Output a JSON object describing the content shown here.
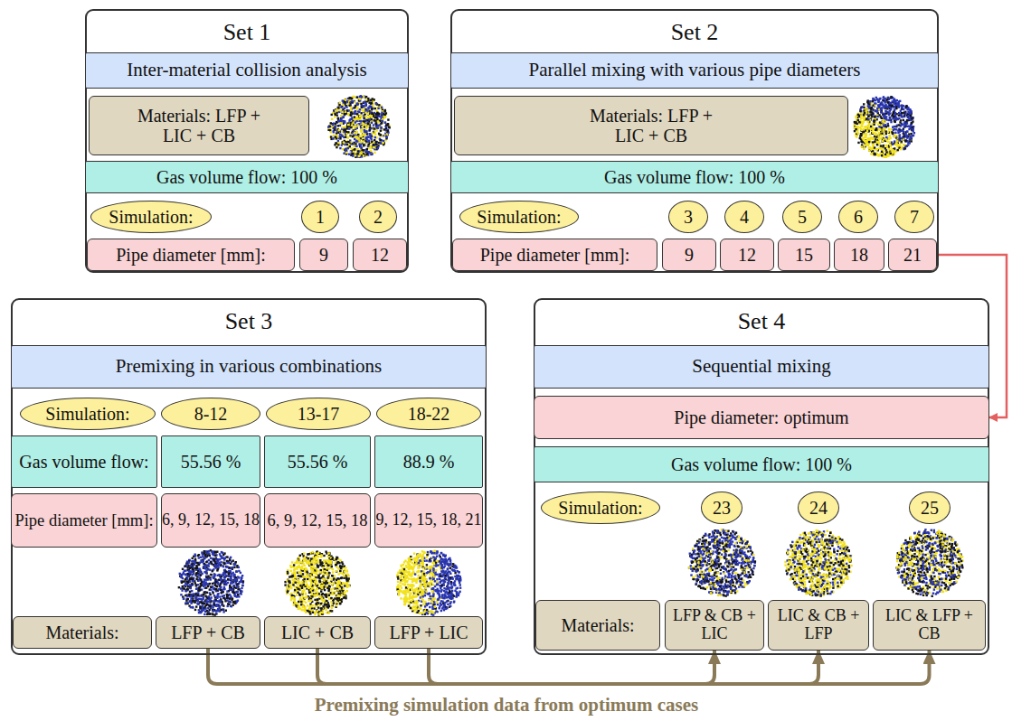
{
  "diagram": {
    "nodes": [
      {
        "text": [
          "Set 1"
        ]
      },
      {
        "text": [
          "Inter-material collision analysis"
        ],
        "in": 0
      },
      {
        "text": [
          "Materials: LFP + LIC + CB"
        ],
        "in": 0
      },
      {
        "text": [
          "Gas volume flow: 100 %"
        ],
        "in": 0
      },
      {
        "text": [
          "Simulation:"
        ],
        "in": 0
      },
      {
        "text": [
          "1"
        ],
        "in": 0
      },
      {
        "text": [
          "2"
        ],
        "in": 0
      },
      {
        "text": [
          "Pipe diameter [mm]:"
        ],
        "in": 0
      },
      {
        "text": [
          "9"
        ],
        "in": 0
      },
      {
        "text": [
          "12"
        ],
        "in": 0
      },
      {
        "text": [
          "Set 2"
        ]
      },
      {
        "text": [
          "Parallel mixing with various pipe diameters"
        ],
        "in": 10
      },
      {
        "text": [
          "Materials: LFP + LIC + CB"
        ],
        "in": 10
      },
      {
        "text": [
          "Gas volume flow: 100 %"
        ],
        "in": 10
      },
      {
        "text": [
          "Simulation:"
        ],
        "in": 10
      },
      {
        "text": [
          "3"
        ],
        "in": 10
      },
      {
        "text": [
          "4"
        ],
        "in": 10
      },
      {
        "text": [
          "5"
        ],
        "in": 10
      },
      {
        "text": [
          "6"
        ],
        "in": 10
      },
      {
        "text": [
          "7"
        ],
        "in": 10
      },
      {
        "text": [
          "Pipe diameter [mm]:"
        ],
        "in": 10
      },
      {
        "text": [
          "9"
        ],
        "in": 10
      },
      {
        "text": [
          "12"
        ],
        "in": 10
      },
      {
        "text": [
          "15"
        ],
        "in": 10
      },
      {
        "text": [
          "18"
        ],
        "in": 10
      },
      {
        "text": [
          "21"
        ],
        "in": 10
      },
      {
        "text": [
          "Set 3"
        ]
      },
      {
        "text": [
          "Premixing in various combinations"
        ],
        "in": 26
      },
      {
        "text": [
          "Simulation:"
        ],
        "in": 26
      },
      {
        "text": [
          "8-12"
        ],
        "in": 26
      },
      {
        "text": [
          "13-17"
        ],
        "in": 26
      },
      {
        "text": [
          "18-22"
        ],
        "in": 26
      },
      {
        "text": [
          "Gas volume flow:"
        ],
        "in": 26
      },
      {
        "text": [
          "55.56 %"
        ],
        "in": 26
      },
      {
        "text": [
          "55.56 %"
        ],
        "in": 26
      },
      {
        "text": [
          "88.9 %"
        ],
        "in": 26
      },
      {
        "text": [
          "Pipe diameter [mm]:"
        ],
        "in": 26
      },
      {
        "text": [
          "6, 9, 12, 15, 18"
        ],
        "in": 26
      },
      {
        "text": [
          "6, 9, 12, 15, 18"
        ],
        "in": 26
      },
      {
        "text": [
          "9, 12, 15, 18, 21"
        ],
        "in": 26
      },
      {
        "text": [
          "Materials:"
        ],
        "in": 26
      },
      {
        "text": [
          "LFP + CB"
        ],
        "in": 26
      },
      {
        "text": [
          "LIC + CB"
        ],
        "in": 26
      },
      {
        "text": [
          "LFP + LIC"
        ],
        "in": 26
      },
      {
        "text": [
          "Set 4"
        ]
      },
      {
        "text": [
          "Sequential mixing"
        ],
        "in": 44
      },
      {
        "text": [
          "Pipe diameter: optimum"
        ],
        "in": 44
      },
      {
        "text": [
          "Gas volume flow: 100 %"
        ],
        "in": 44
      },
      {
        "text": [
          "Simulation:"
        ],
        "in": 44
      },
      {
        "text": [
          "23"
        ],
        "in": 44
      },
      {
        "text": [
          "24"
        ],
        "in": 44
      },
      {
        "text": [
          "25"
        ],
        "in": 44
      },
      {
        "text": [
          "Materials:"
        ],
        "in": 44
      },
      {
        "text": [
          "LFP & CB + LIC"
        ],
        "in": 44
      },
      {
        "text": [
          "LIC & CB + LFP"
        ],
        "in": 44
      },
      {
        "text": [
          "LIC & LFP + CB"
        ],
        "in": 44
      }
    ],
    "edges": [
      {
        "from": 25,
        "to": 46,
        "arrow": "to"
      },
      {
        "from": 41,
        "to": 53,
        "arrow": "to"
      },
      {
        "from": 42,
        "to": 54,
        "arrow": "to"
      },
      {
        "from": 43,
        "to": 55,
        "arrow": "to"
      }
    ],
    "labels": [
      "Premixing simulation data from optimum cases"
    ]
  }
}
